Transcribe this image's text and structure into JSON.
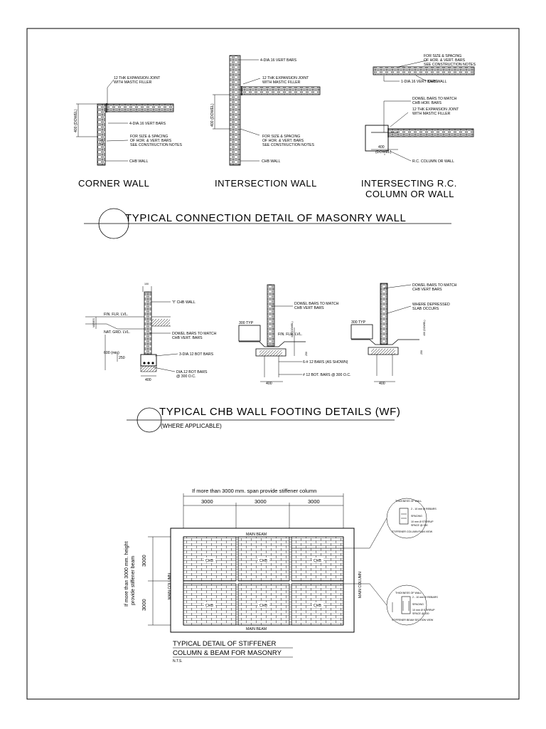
{
  "section1": {
    "title": "TYPICAL CONNECTION DETAIL OF MASONRY WALL",
    "corner": {
      "caption": "CORNER WALL",
      "expansion": [
        "12 THK EXPANSION JOINT",
        "WITH MASTIC FILLER"
      ],
      "vert_bars": "4-DIA.16 VERT BARS",
      "spacing": [
        "FOR SIZE & SPACING",
        "OF HOR. & VERT. BARS",
        "SEE CONSTRUCTION NOTES"
      ],
      "chb_wall": "CHB WALL",
      "dowel": "400 (DOWEL)"
    },
    "intersection": {
      "caption": "INTERSECTION WALL",
      "vert_bars": "4-DIA.16 VERT BARS",
      "expansion": [
        "12 THK EXPANSION JOINT",
        "WITH MASTIC FILLER"
      ],
      "spacing": [
        "FOR SIZE & SPACING",
        "OF HOR. & VERT. BARS",
        "SEE CONSTRUCTION NOTES"
      ],
      "chb_wall": "CHB WALL",
      "dowel": "400 (DOWEL)"
    },
    "rc": {
      "caption": [
        "INTERSECTING R.C.",
        "COLUMN OR WALL"
      ],
      "spacing": [
        "FOR SIZE & SPACING",
        "OF HOR. & VERT. BARS",
        "SEE CONSTRUCTION NOTES"
      ],
      "vert_bars": "1-DIA.16 VERT BARS",
      "chb_wall": "CHB WALL",
      "dowel_note": [
        "DOWEL BARS TO MATCH",
        "CHB HOR. BARS"
      ],
      "expansion": [
        "12 THK EXPANSION JOINT",
        "WITH MASTIC FILLER"
      ],
      "dowel_dim": [
        "400",
        "(DOWEL)"
      ],
      "column": "R.C. COLUMN OR WALL"
    }
  },
  "section2": {
    "title": "TYPICAL CHB WALL FOOTING DETAILS (WF)",
    "subtitle": "(WHERE APPLICABLE)",
    "f1": {
      "t": "\"t\" CHB WALL",
      "dim100": "100",
      "fin": "FIN. FLR. LVL.",
      "nat": "NAT. GRD. LVL.",
      "varies": "VARIES",
      "dowel": [
        "DOWEL BARS TO MATCH",
        "CHB VERT. BARS"
      ],
      "min": "600 (min)",
      "d250": "250",
      "bot3": "3-DIA.12 BOT BARS",
      "bot_dia": [
        "DIA.12 BOT BARS",
        "@ 300 O.C."
      ],
      "w400": "400"
    },
    "f2": {
      "dowel": [
        "DOWEL BARS TO MATCH",
        "CHB VERT BARS"
      ],
      "typ": "300 TYP",
      "fin": "FIN. FLR. LVL.",
      "dowel_v": "400 (DOWEL)",
      "d250": "250",
      "bars6": "6-# 12 BARS (AS SHOWN)",
      "bot": "# 12 BOT. BARS @ 300 O.C.",
      "w400": "400"
    },
    "f3": {
      "dowel": [
        "DOWEL BARS TO MATCH",
        "CHB VERT BARS"
      ],
      "slab": [
        "WHERE DEPRESSED",
        "SLAB OCCURS"
      ],
      "typ": "300 TYP",
      "dowel_v": "400 (DOWEL)",
      "d250": "250",
      "w400": "400"
    }
  },
  "section3": {
    "top_note": "If more than 3000 mm. span provide stiffener column",
    "spans": [
      "3000",
      "3000",
      "3000"
    ],
    "heights": [
      "3000",
      "3000"
    ],
    "side_note": [
      "If more than 3000 mm. height",
      "provide stiffener beam"
    ],
    "main_beam_top": "MAIN BEAM",
    "main_beam_bottom": "MAIN BEAM",
    "main_col_left": "MAIN COLUMN",
    "main_col_right": "MAIN COLUMN",
    "chb": "CHB",
    "title": [
      "TYPICAL DETAIL OF STIFFENER",
      "COLUMN & BEAM FOR MASONRY"
    ],
    "nts": "N.T.S.",
    "plan_caption": "STIFFENER COLUMN PLAN VIEW",
    "section_caption": "STIFFENER BEAM SECTION VIEW",
    "detail_notes": [
      "THICKNESS OF WALL",
      "2 - 10 mm Ø REBARS",
      "SPACING",
      "10 mm Ø STIRRUP",
      "SPACE @ 200"
    ]
  }
}
